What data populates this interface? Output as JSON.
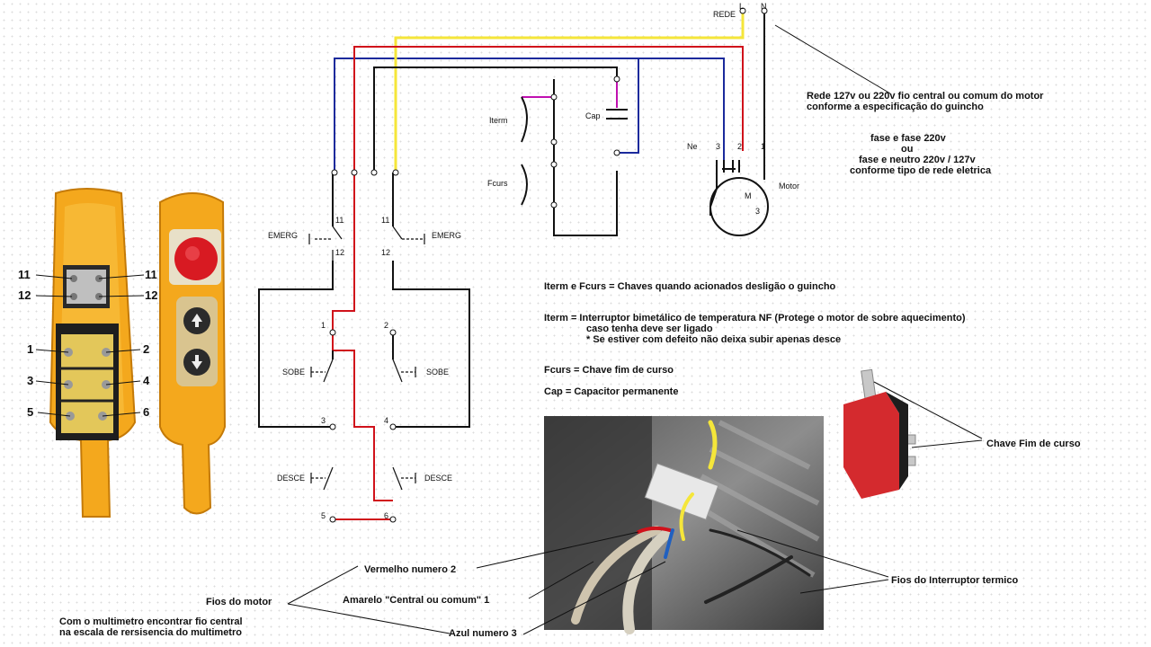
{
  "pendant": {
    "left_numbers": [
      "11",
      "12",
      "1",
      "3",
      "5"
    ],
    "right_numbers": [
      "11",
      "12",
      "2",
      "4",
      "6"
    ]
  },
  "network": {
    "label": "REDE",
    "l": "L",
    "n": "N"
  },
  "notes": {
    "rede_line1": "Rede 127v ou 220v fio central ou comum do motor",
    "rede_line2": "conforme a especificação do guincho",
    "fase1": "fase e fase 220v",
    "ou": "ou",
    "fase2": "fase e neutro 220v / 127v",
    "fase3": "conforme tipo de rede eletrica"
  },
  "schematic": {
    "iterm": "Iterm",
    "fcurs": "Fcurs",
    "cap": "Cap",
    "ne": "Ne",
    "t3": "3",
    "t2": "2",
    "t1": "1",
    "motor": "Motor",
    "m": "M",
    "m3": "3",
    "emerg_left": "EMERG",
    "emerg_right": "EMERG",
    "sobe_left": "SOBE",
    "sobe_right": "SOBE",
    "desce_left": "DESCE",
    "desce_right": "DESCE",
    "n11a": "11",
    "n12a": "12",
    "n11b": "11",
    "n12b": "12",
    "n1": "1",
    "n2": "2",
    "n3": "3",
    "n4": "4",
    "n5": "5",
    "n6": "6"
  },
  "legend": {
    "l1": "Iterm e Fcurs = Chaves  quando acionados desligão o guincho",
    "l2": "Iterm = Interruptor bimetálico  de temperatura NF (Protege o  motor de sobre aquecimento)",
    "l3": "caso tenha deve ser ligado",
    "l4": "* Se estiver com defeito não deixa subir apenas desce",
    "l5": "Fcurs = Chave fim de curso",
    "l6": "Cap = Capacitor permanente"
  },
  "callouts": {
    "chave": "Chave Fim de curso",
    "vermelho": "Vermelho numero 2",
    "amarelo": "Amarelo \"Central ou comum\" 1",
    "azul": "Azul numero 3",
    "fios_motor": "Fios do motor",
    "fios_termico": "Fios do Interruptor termico",
    "multi1": "Com o multimetro encontrar fio central",
    "multi2": "na escala de rersisencia do multimetro"
  },
  "colors": {
    "red": "#d0121b",
    "blue": "#1b2a9c",
    "yellow": "#f5e63a",
    "black": "#111111",
    "magenta": "#c010b0",
    "orange": "#f4a81d"
  }
}
